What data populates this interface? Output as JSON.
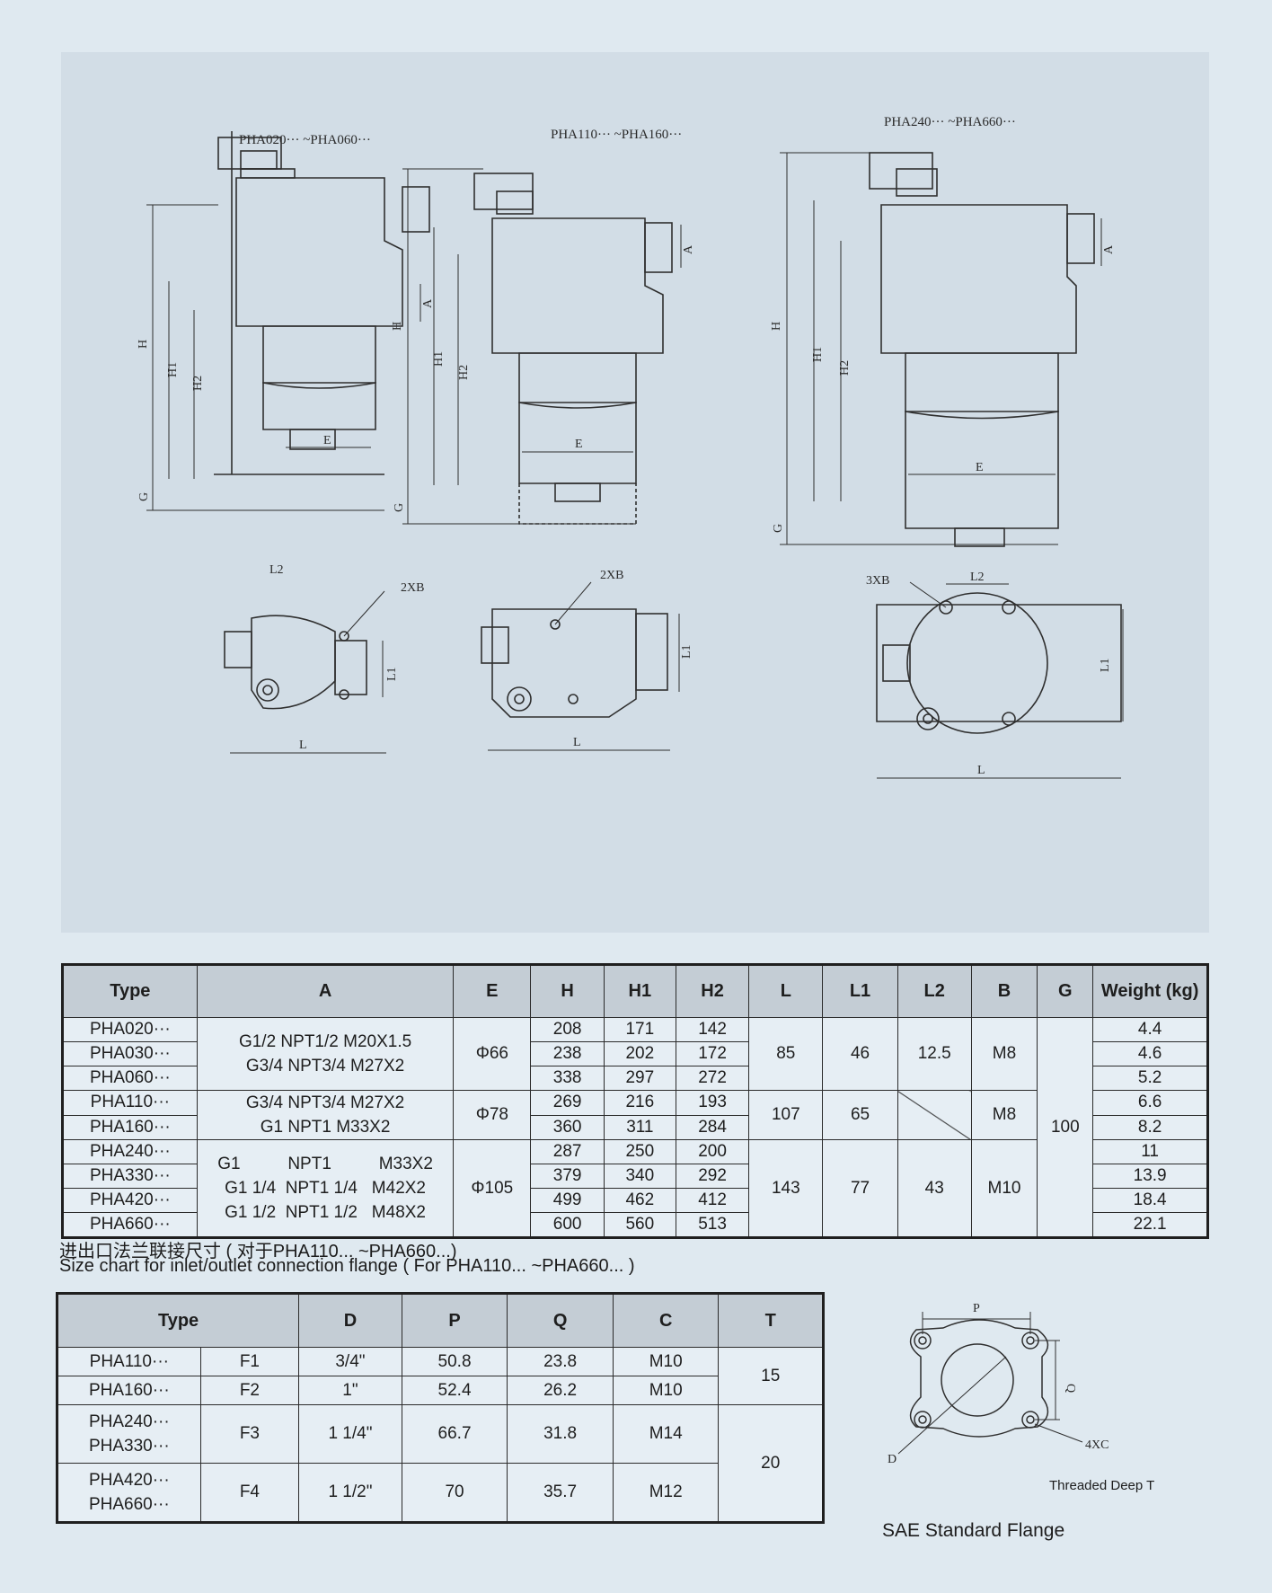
{
  "drawings": {
    "views": [
      {
        "model_label": "PHA020··· ~PHA060···"
      },
      {
        "model_label": "PHA110··· ~PHA160···"
      },
      {
        "model_label": "PHA240··· ~PHA660···"
      }
    ],
    "dim_labels": {
      "a": "A",
      "h": "H",
      "h1": "H1",
      "h2": "H2",
      "e": "E",
      "g": "G",
      "l": "L",
      "l1": "L1",
      "l2": "L2",
      "xb2": "2XB",
      "xb3": "3XB"
    }
  },
  "spec_table": {
    "headers": [
      "Type",
      "A",
      "E",
      "H",
      "H1",
      "H2",
      "L",
      "L1",
      "L2",
      "B",
      "G",
      "Weight (kg)"
    ],
    "types": [
      "PHA020···",
      "PHA030···",
      "PHA060···",
      "PHA110···",
      "PHA160···",
      "PHA240···",
      "PHA330···",
      "PHA420···",
      "PHA660···"
    ],
    "a_groups": [
      "G1/2 NPT1/2 M20X1.5\nG3/4 NPT3/4 M27X2",
      "G3/4 NPT3/4 M27X2\nG1    NPT1    M33X2",
      "G1          NPT1          M33X2\nG1 1/4  NPT1 1/4   M42X2\nG1 1/2  NPT1 1/2   M48X2"
    ],
    "e_groups": [
      "Φ66",
      "Φ78",
      "Φ105"
    ],
    "h": [
      "208",
      "238",
      "338",
      "269",
      "360",
      "287",
      "379",
      "499",
      "600"
    ],
    "h1": [
      "171",
      "202",
      "297",
      "216",
      "311",
      "250",
      "340",
      "462",
      "560"
    ],
    "h2": [
      "142",
      "172",
      "272",
      "193",
      "284",
      "200",
      "292",
      "412",
      "513"
    ],
    "l_groups": [
      "85",
      "107",
      "143"
    ],
    "l1_groups": [
      "46",
      "65",
      "77"
    ],
    "l2_groups": [
      "12.5",
      "",
      "43"
    ],
    "b_groups": [
      "M8",
      "M8",
      "M10"
    ],
    "g": "100",
    "weight": [
      "4.4",
      "4.6",
      "5.2",
      "6.6",
      "8.2",
      "11",
      "13.9",
      "18.4",
      "22.1"
    ]
  },
  "caption_cn": "进出口法兰联接尺寸 ( 对于PHA110... ~PHA660...)",
  "caption_en": "Size chart for inlet/outlet connection flange ( For PHA110... ~PHA660... )",
  "flange_table": {
    "headers": [
      "Type",
      "D",
      "P",
      "Q",
      "C",
      "T"
    ],
    "types": [
      "PHA110···",
      "PHA160···",
      "PHA240···\nPHA330···",
      "PHA420···\nPHA660···"
    ],
    "codes": [
      "F1",
      "F2",
      "F3",
      "F4"
    ],
    "d": [
      "3/4\"",
      "1\"",
      "1 1/4\"",
      "1 1/2\""
    ],
    "p": [
      "50.8",
      "52.4",
      "66.7",
      "70"
    ],
    "q": [
      "23.8",
      "26.2",
      "31.8",
      "35.7"
    ],
    "c": [
      "M10",
      "M10",
      "M14",
      "M12"
    ],
    "t": [
      "15",
      "20"
    ]
  },
  "flange_drawing": {
    "p_label": "P",
    "q_label": "Q",
    "d_label": "D",
    "c_label": "4XC",
    "threaded_note": "Threaded Deep T",
    "title": "SAE Standard Flange"
  }
}
